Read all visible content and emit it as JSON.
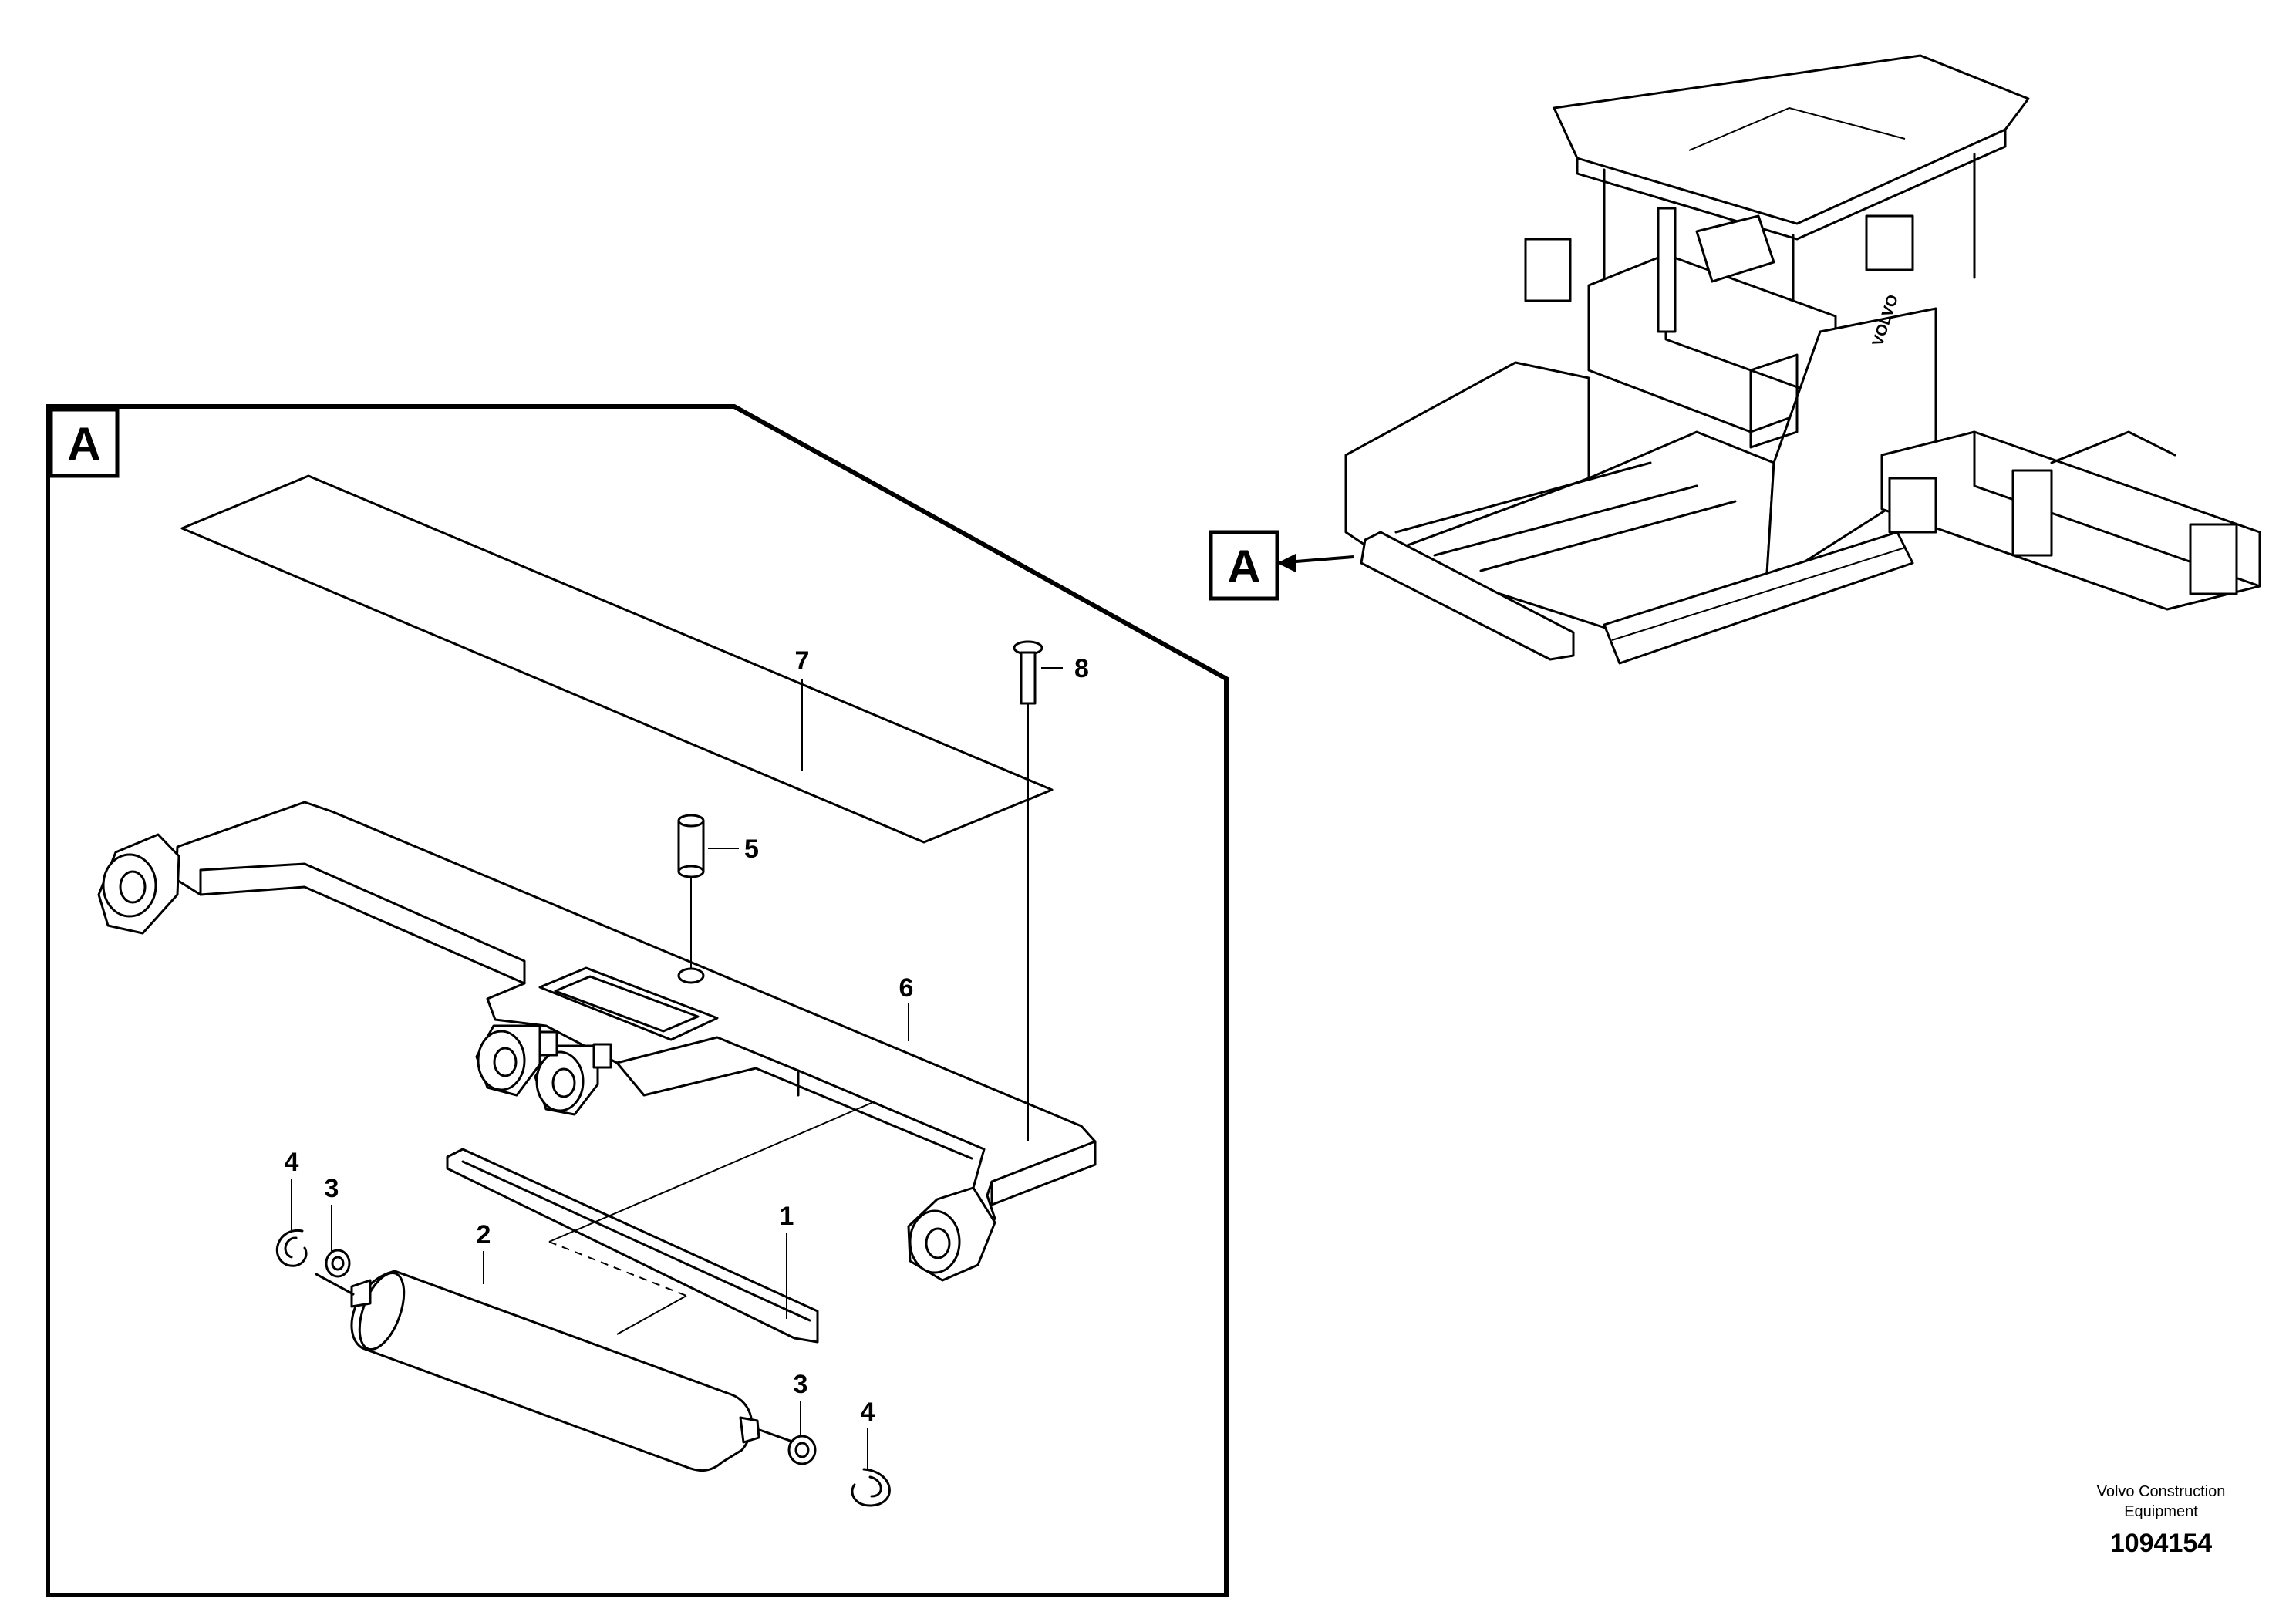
{
  "detail_label": "A",
  "machine_label": "A",
  "machine_brand": "VOLVO",
  "callouts": {
    "c1": "1",
    "c2": "2",
    "c3a": "3",
    "c3b": "3",
    "c4a": "4",
    "c4b": "4",
    "c5": "5",
    "c6": "6",
    "c7": "7",
    "c8": "8"
  },
  "footer": {
    "company_line1": "Volvo Construction",
    "company_line2": "Equipment",
    "drawing_number": "1094154"
  }
}
